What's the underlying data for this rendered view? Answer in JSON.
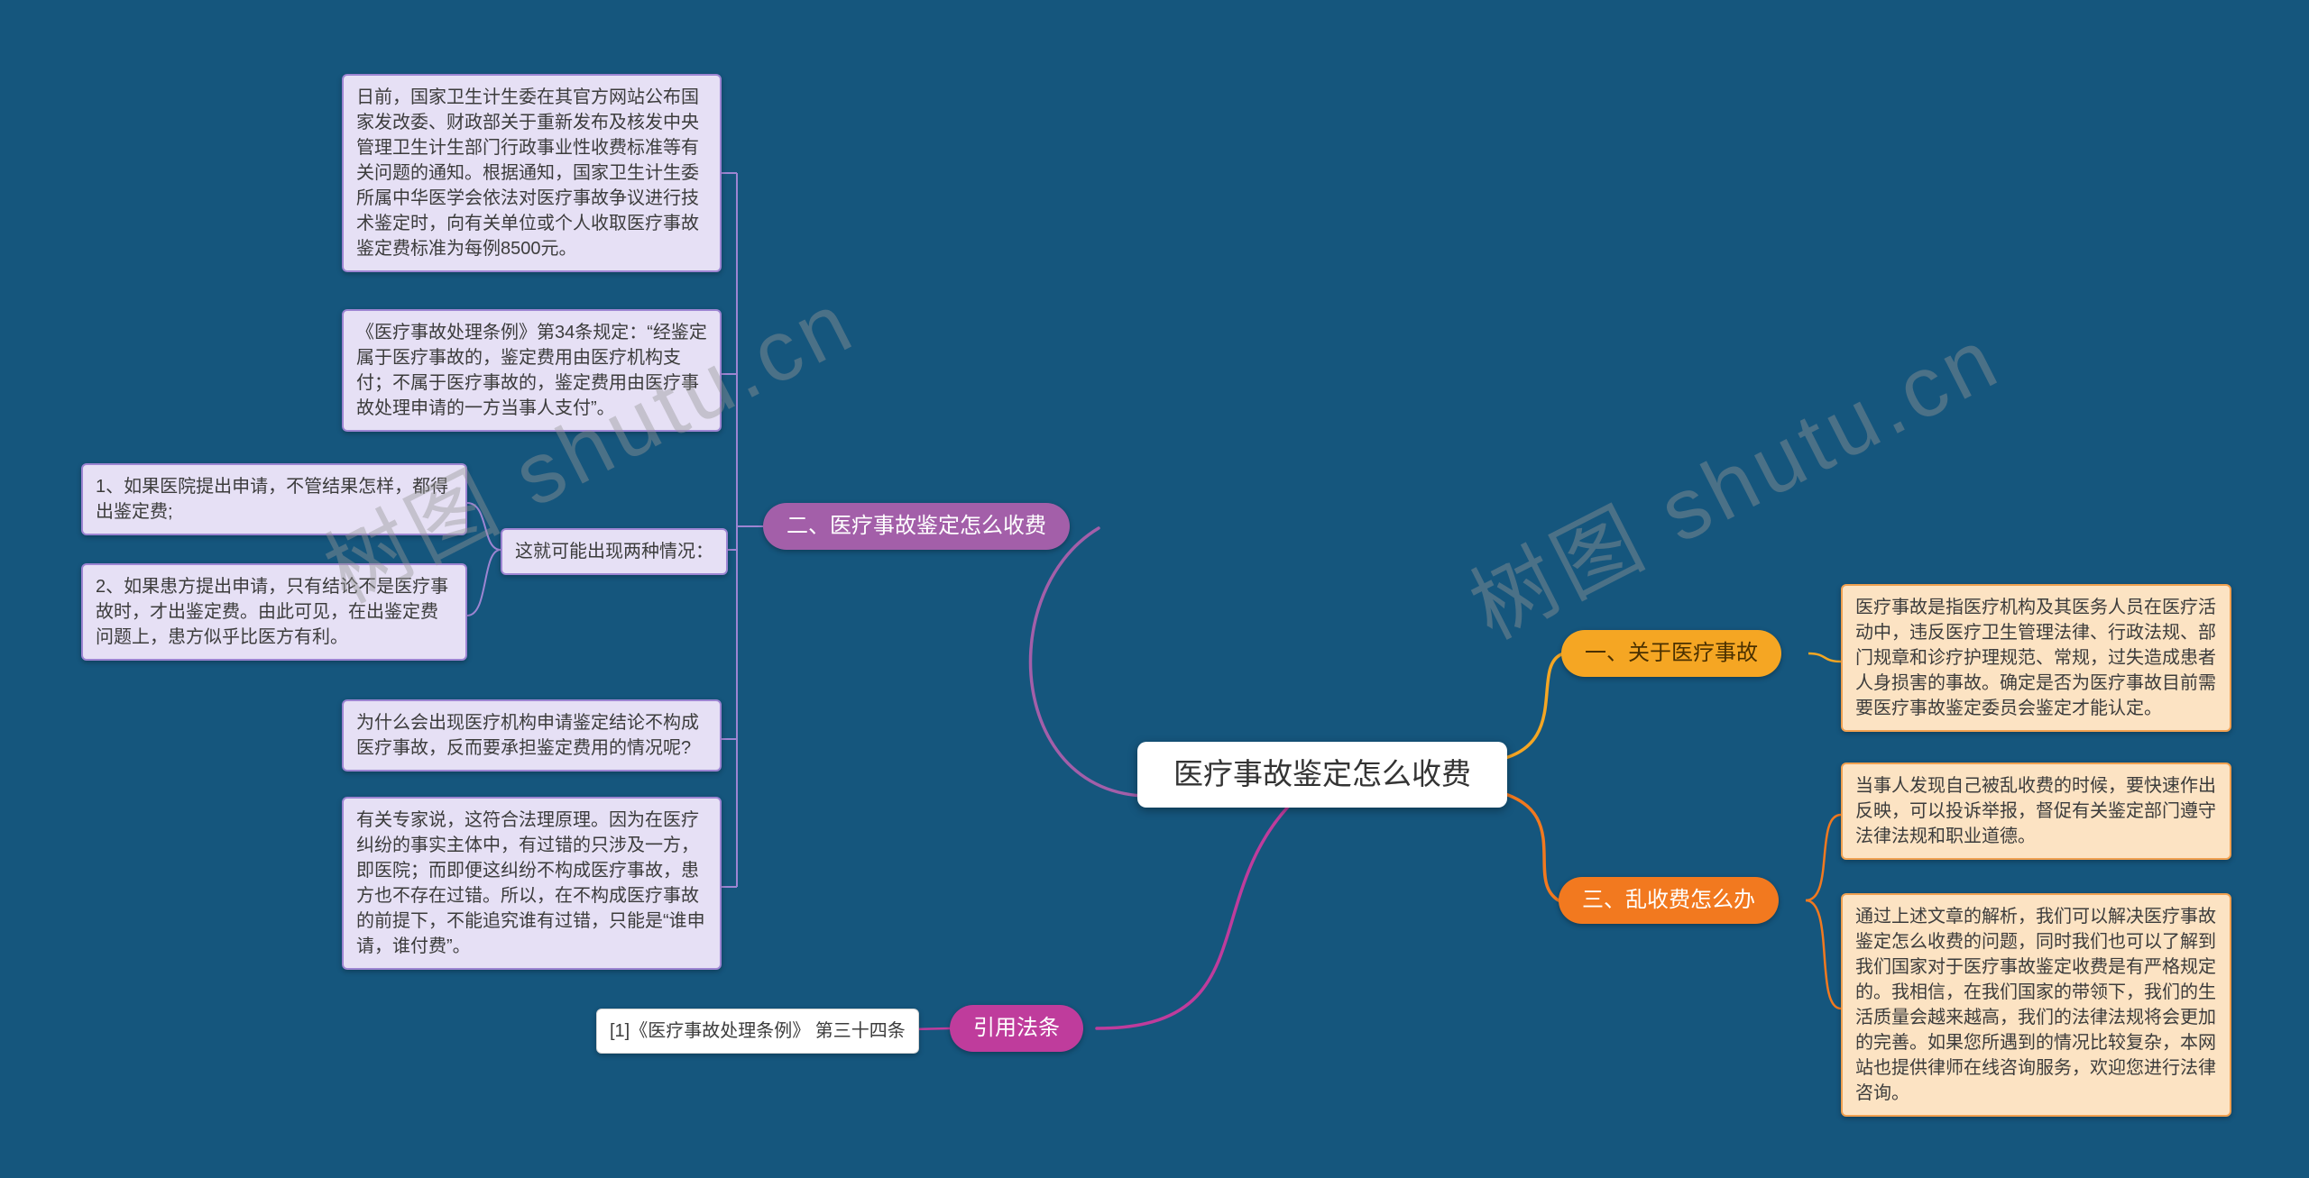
{
  "canvas": {
    "background": "#15567D",
    "watermark": "树图 shutu.cn"
  },
  "center": {
    "label": "医疗事故鉴定怎么收费"
  },
  "branches": {
    "fee": {
      "label": "二、医疗事故鉴定怎么收费",
      "color": "#A35FA9"
    },
    "about": {
      "label": "一、关于医疗事故",
      "color": "#F5A623"
    },
    "overcharge": {
      "label": "三、乱收费怎么办",
      "color": "#F2791F"
    },
    "law": {
      "label": "引用法条",
      "color": "#BF3C9C"
    }
  },
  "notes": {
    "notice": "日前，国家卫生计生委在其官方网站公布国家发改委、财政部关于重新发布及核发中央管理卫生计生部门行政事业性收费标准等有关问题的通知。根据通知，国家卫生计生委所属中华医学会依法对医疗事故争议进行技术鉴定时，向有关单位或个人收取医疗事故鉴定费标准为每例8500元。",
    "regulation34": "《医疗事故处理条例》第34条规定：“经鉴定属于医疗事故的，鉴定费用由医疗机构支付；不属于医疗事故的，鉴定费用由医疗事故处理申请的一方当事人支付”。",
    "case_hospital": "1、如果医院提出申请，不管结果怎样，都得出鉴定费;",
    "case_patient": "2、如果患方提出申请，只有结论不是医疗事故时，才出鉴定费。由此可见，在出鉴定费问题上，患方似乎比医方有利。",
    "two_cases": "这就可能出现两种情况：",
    "why_question": "为什么会出现医疗机构申请鉴定结论不构成医疗事故，反而要承担鉴定费用的情况呢?",
    "expert_opinion": "有关专家说，这符合法理原理。因为在医疗纠纷的事实主体中，有过错的只涉及一方，即医院；而即便这纠纷不构成医疗事故，患方也不存在过错。所以，在不构成医疗事故的前提下，不能追究谁有过错，只能是“谁申请，谁付费”。",
    "citation": "[1]《医疗事故处理条例》 第三十四条",
    "definition": "医疗事故是指医疗机构及其医务人员在医疗活动中，违反医疗卫生管理法律、行政法规、部门规章和诊疗护理规范、常规，过失造成患者人身损害的事故。确定是否为医疗事故目前需要医疗事故鉴定委员会鉴定才能认定。",
    "report_advice": "当事人发现自己被乱收费的时候，要快速作出反映，可以投诉举报，督促有关鉴定部门遵守法律法规和职业道德。",
    "summary": "通过上述文章的解析，我们可以解决医疗事故鉴定怎么收费的问题，同时我们也可以了解到我们国家对于医疗事故鉴定收费是有严格规定的。我相信，在我们国家的带领下，我们的生活质量会越来越高，我们的法律法规将会更加的完善。如果您所遇到的情况比较复杂，本网站也提供律师在线咨询服务，欢迎您进行法律咨询。"
  },
  "colors": {
    "note_purple_bg": "#E6E0F5",
    "note_purple_border": "#9D85D2",
    "note_peach_bg": "#FCE3C3",
    "note_peach_border": "#F0A050",
    "center_bg": "#FFFFFF"
  }
}
